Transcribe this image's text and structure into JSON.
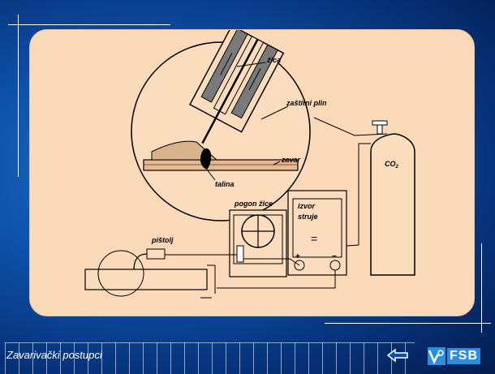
{
  "slide": {
    "footer_title": "Zavarivački postupci",
    "logo_text": "FSB",
    "colors": {
      "background": "#0d4fa6",
      "panel": "#fad9b8",
      "logo": "#2a8fe0"
    }
  },
  "diagram": {
    "labels": {
      "wire": "žica",
      "shield_gas": "zaštitni plin",
      "weld": "zavar",
      "pool": "talina",
      "wire_drive": "pogon žice",
      "power_source_1": "izvor",
      "power_source_2": "struje",
      "torch": "pištolj",
      "gas_symbol": "CO",
      "gas_sub": "2",
      "plus": "+",
      "minus": "−",
      "equals": "="
    }
  },
  "icons": {
    "back": "back-arrow-icon",
    "logo": "fsb-logo-icon"
  }
}
